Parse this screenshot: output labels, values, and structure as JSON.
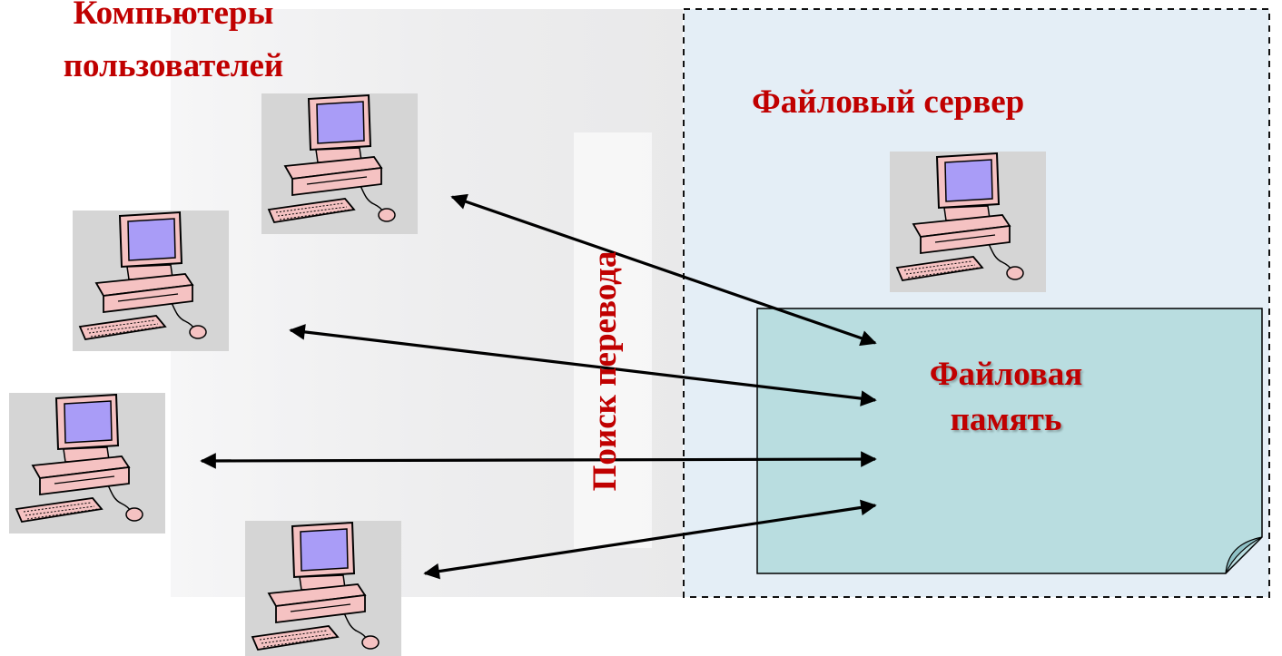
{
  "users": {
    "title_line1": "Компьютеры",
    "title_line2": "пользователей"
  },
  "server": {
    "title": "Файловый сервер"
  },
  "memory": {
    "title_line1": "Файловая",
    "title_line2": "память"
  },
  "search": {
    "label": "Поиск перевода"
  },
  "colors": {
    "label_red": "#c00000",
    "server_fill": "#e4eef6",
    "memory_fill": "#b9dde0",
    "monitor_screen": "#a99cf7",
    "computer_body": "#f5c2c2",
    "arrow": "#000000"
  },
  "icons": {
    "user_computers": [
      "computer-icon",
      "computer-icon",
      "computer-icon",
      "computer-icon"
    ],
    "server_computer": "computer-icon"
  }
}
